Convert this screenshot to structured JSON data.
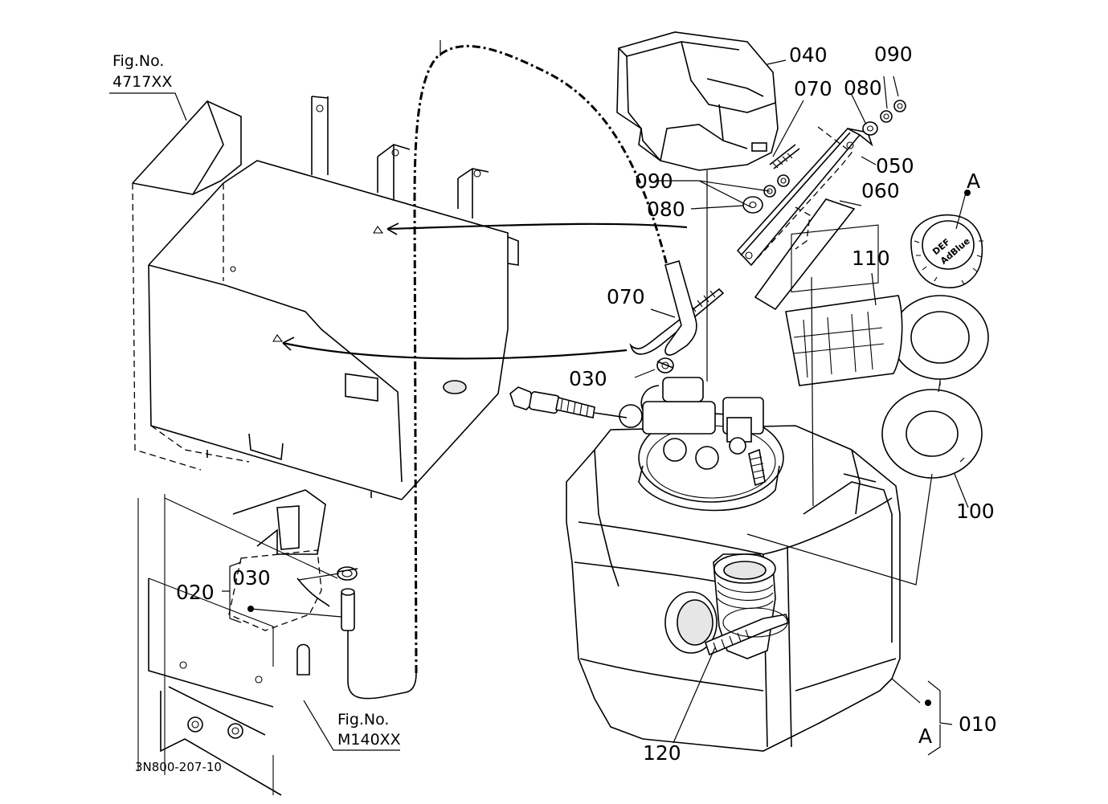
{
  "callouts": {
    "c010": "010",
    "c020": "020",
    "c030_top": "030",
    "c030_bottom": "030",
    "c040": "040",
    "c050": "050",
    "c060": "060",
    "c070_top": "070",
    "c070_mid": "070",
    "c080_top": "080",
    "c080_mid": "080",
    "c090_top": "090",
    "c090_mid": "090",
    "c100": "100",
    "c110": "110",
    "c120": "120"
  },
  "references": {
    "fig_top_label": "Fig.No.",
    "fig_top_number": "4717XX",
    "fig_bottom_label": "Fig.No.",
    "fig_bottom_number": "M140XX"
  },
  "detail_marker": {
    "top": "A",
    "bottom": "A"
  },
  "cap_text": {
    "line1": "DEF",
    "line2": "AdBlue"
  },
  "diagram_code": "3N800-207-10"
}
